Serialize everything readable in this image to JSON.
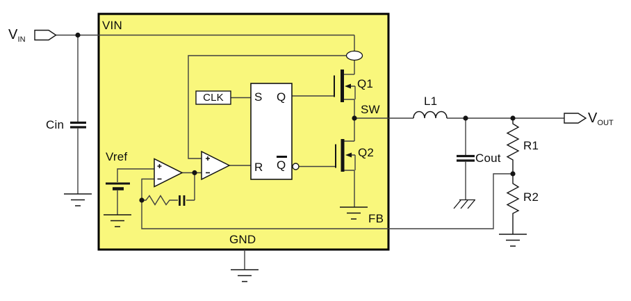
{
  "colors": {
    "background": "#ffffff",
    "ic_fill": "#f9f77c",
    "wire": "#3f3f3f",
    "component": "#141414",
    "text": "#0d0d0d"
  },
  "terminals": {
    "vin": {
      "main": "V",
      "sub": "IN"
    },
    "vout": {
      "main": "V",
      "sub": "OUT"
    }
  },
  "ic": {
    "pin_vin": "VIN",
    "pin_gnd": "GND",
    "pin_sw": "SW",
    "pin_fb": "FB",
    "clock_block": "CLK",
    "latch": {
      "set": "S",
      "out": "Q",
      "reset": "R",
      "out_inverted": "Q"
    },
    "reference": "Vref",
    "high_side_fet": "Q1",
    "low_side_fet": "Q2"
  },
  "external": {
    "input_capacitor": "Cin",
    "inductor": "L1",
    "output_capacitor": "Cout",
    "divider_top": "R1",
    "divider_bottom": "R2"
  }
}
